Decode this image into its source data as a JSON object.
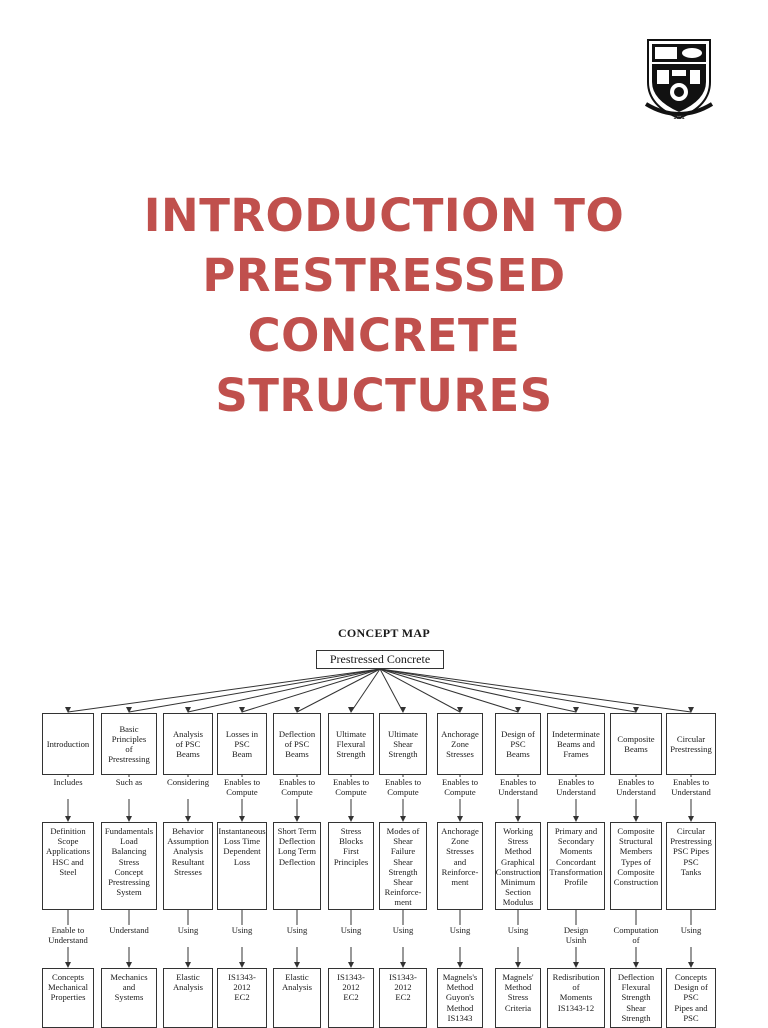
{
  "title_lines": [
    "INTRODUCTION TO",
    "PRESTRESSED CONCRETE",
    "STRUCTURES"
  ],
  "crest_year": "1951",
  "colors": {
    "title": "#c0504d",
    "line": "#333333"
  },
  "concept_map": {
    "heading": "CONCEPT MAP",
    "root": "Prestressed Concrete",
    "columns": [
      {
        "topic": "Introduction",
        "link1": "Includes",
        "detail": "Definition\nScope\nApplications\nHSC and\nSteel",
        "link2": "Enable to\nUnderstand",
        "bottom": "Concepts\nMechanical\nProperties"
      },
      {
        "topic": "Basic\nPrinciples\nof\nPrestressing",
        "link1": "Such as",
        "detail": "Fundamentals\nLoad\nBalancing\nStress\nConcept\nPrestressing\nSystem",
        "link2": "Understand",
        "bottom": "Mechanics\nand\nSystems"
      },
      {
        "topic": "Analysis\nof PSC\nBeams",
        "link1": "Considering",
        "detail": "Behavior\nAssumption\nAnalysis\nResultant\nStresses",
        "link2": "Using",
        "bottom": "Elastic\nAnalysis"
      },
      {
        "topic": "Losses in\nPSC\nBeam",
        "link1": "Enables to\nCompute",
        "detail": "Instantaneous\nLoss Time\nDependent\nLoss",
        "link2": "Using",
        "bottom": "IS1343-\n2012\nEC2"
      },
      {
        "topic": "Deflection\nof PSC\nBeams",
        "link1": "Enables to\nCompute",
        "detail": "Short Term\nDeflection\nLong Term\nDeflection",
        "link2": "Using",
        "bottom": "Elastic\nAnalysis"
      },
      {
        "topic": "Ultimate\nFlexural\nStrength",
        "link1": "Enables to\nCompute",
        "detail": "Stress\nBlocks\nFirst\nPrinciples",
        "link2": "Using",
        "bottom": "IS1343-\n2012\nEC2"
      },
      {
        "topic": "Ultimate\nShear\nStrength",
        "link1": "Enables to\nCompute",
        "detail": "Modes of\nShear\nFailure\nShear\nStrength\nShear\nReinforce-\nment",
        "link2": "Using",
        "bottom": "IS1343-\n2012\nEC2"
      },
      {
        "topic": "Anchorage\nZone\nStresses",
        "link1": "Enables to\nCompute",
        "detail": "Anchorage\nZone\nStresses\nand\nReinforce-\nment",
        "link2": "Using",
        "bottom": "Magnels's\nMethod\nGuyon's\nMethod\nIS1343"
      },
      {
        "topic": "Design of\nPSC\nBeams",
        "link1": "Enables to\nUnderstand",
        "detail": "Working\nStress\nMethod\nGraphical\nConstruction\nMinimum\nSection\nModulus",
        "link2": "Using",
        "bottom": "Magnels'\nMethod\nStress\nCriteria"
      },
      {
        "topic": "Indeterminate\nBeams and\nFrames",
        "link1": "Enables to\nUnderstand",
        "detail": "Primary and\nSecondary\nMoments\nConcordant\nTransformation\nProfile",
        "link2": "Design\nUsinh",
        "bottom": "Redisribution\nof\nMoments\nIS1343-12"
      },
      {
        "topic": "Composite\nBeams",
        "link1": "Enables to\nUnderstand",
        "detail": "Composite\nStructural\nMembers\nTypes of\nComposite\nConstruction",
        "link2": "Computation of",
        "bottom": "Deflection\nFlexural\nStrength\nShear\nStrength"
      },
      {
        "topic": "Circular\nPrestressing",
        "link1": "Enables to\nUnderstand",
        "detail": "Circular\nPrestressing\nPSC Pipes\nPSC\nTanks",
        "link2": "Using",
        "bottom": "Concepts\nDesign of\nPSC\nPipes and\nPSC"
      }
    ]
  }
}
